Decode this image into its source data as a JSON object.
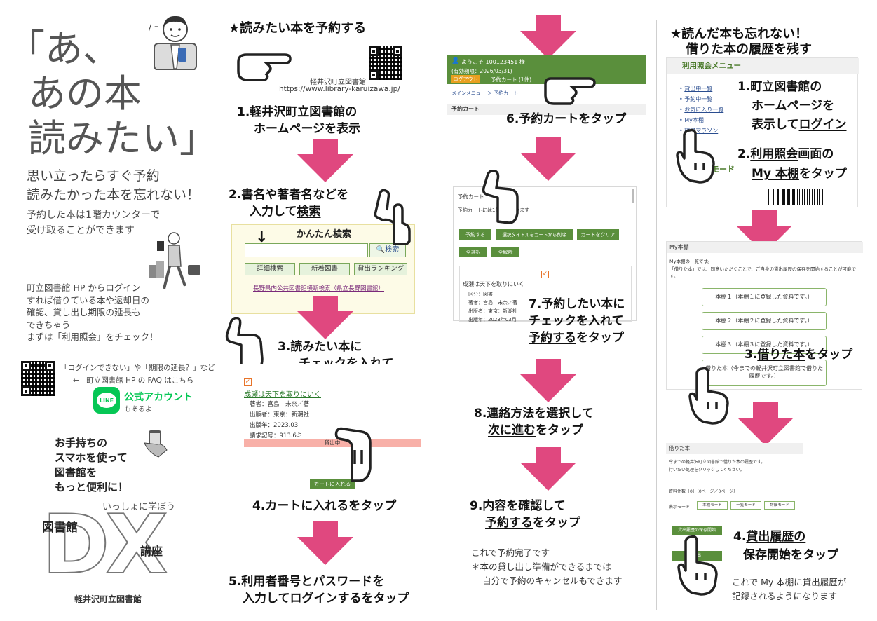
{
  "colors": {
    "arrow": "#e0487f",
    "green": "#5a8f3c",
    "line_green": "#06c755",
    "check": "#e8742a"
  },
  "left": {
    "headline": [
      "「あ、",
      "あの本",
      "読みたい」"
    ],
    "sub1": "思い立ったらすぐ予約",
    "sub2": "読みたかった本を忘れない！",
    "sub3": "予約した本は1階カウンターで",
    "sub4": "受け取ることができます",
    "para": [
      "町立図書館 HP からログイン",
      "すれば借りている本や返却日の",
      "確認、貸し出し期限の延長も",
      "できちゃう",
      "まずは「利用照会」をチェック！"
    ],
    "faq1": "「ログインできない」や「期限の延長？」など",
    "faq2": "←　町立図書館 HP の FAQ はこちら",
    "line_badge": "LINE",
    "line_text": "公式アカウント",
    "line_sub": "もあるよ",
    "phone_text": [
      "お手持ちの",
      "スマホを使って",
      "図書館を",
      "もっと便利に！"
    ],
    "dx_sub": "いっしょに学ぼう",
    "dx_lib": "図書館",
    "dx_big": "DX",
    "dx_course": "講座",
    "dx_footer": "軽井沢町立図書館"
  },
  "col2": {
    "title": "★読みたい本を予約する",
    "lib_name": "軽井沢町立図書館",
    "url": "https://www.library-karuizawa.jp/",
    "step1a": "1.軽井沢町立図書館の",
    "step1b": "ホームページを表示",
    "step2a": "2.書名や著者名などを",
    "step2b_pre": "入力して",
    "step2b_u": "検索",
    "search_title": "かんたん検索",
    "search_btn": "検索",
    "tab1": "詳細検索",
    "tab2": "新着図書",
    "tab3": "貸出ランキング",
    "search_link": "長野県内公共図書館横断検索（県立長野図書館）",
    "step3a": "3.読みたい本に",
    "step3b_u": "チェック",
    "step3b_post": "を入れて",
    "book_title": "成瀬は天下を取りにいく",
    "book_author": "著者：宮島　未奈／著",
    "book_pub": "出版者：東京：新潮社",
    "book_year": "出版年：2023.03",
    "book_call": "請求記号：913.6ミ",
    "book_status": "貸出中",
    "cart_btn": "カートに入れる",
    "step4_pre": "4.",
    "step4_u": "カートに入れる",
    "step4_post": "をタップ",
    "step5a": "5.利用者番号とパスワードを",
    "step5b": "入力してログインするをタップ"
  },
  "col3": {
    "welcome": "ようこそ 100123451 様",
    "valid": "(有効期限：2026/03/31)",
    "logout": "ログアウト",
    "cart": "予約カート (1件)",
    "breadcrumb": "メインメニュー ＞ 予約カート",
    "cart_heading": "予約カート",
    "step6_pre": "6.",
    "step6_u": "予約カート",
    "step6_post": "をタップ",
    "cart2_head": "予約カート",
    "cart2_line": "予約カートには1件入っています",
    "btn_reserve": "予約する",
    "btn_remove": "選択タイトルをカートから削除",
    "btn_clear": "カートをクリア",
    "btn_all": "全選択",
    "btn_none": "全解除",
    "book_title": "成瀬は天下を取りにいく",
    "meta1": "区分：図書",
    "meta2": "著者：宮島　未奈／著",
    "meta3": "出版者：東京：新潮社",
    "meta4": "出版年：2023年03月",
    "step7a": "7.予約したい本に",
    "step7b": "チェックを入れて",
    "step7c_u": "予約する",
    "step7c_post": "をタップ",
    "step8a": "8.連絡方法を選択して",
    "step8b_u": "次に進む",
    "step8b_post": "をタップ",
    "step9a": "9.内容を確認して",
    "step9b_u": "予約する",
    "step9b_post": "をタップ",
    "done1": "これで予約完了です",
    "done2": "＊本の貸し出し準備ができるまでは",
    "done3": "自分で予約のキャンセルもできます"
  },
  "col4": {
    "title1": "★読んだ本も忘れない！",
    "title2": "借りた本の履歴を残す",
    "menu_title": "利用照会メニュー",
    "menu_items": [
      "貸出中一覧",
      "予約中一覧",
      "お気に入り一覧",
      "My本棚",
      "読書マラソン"
    ],
    "menu_mode": "モード",
    "step1a": "1.町立図書館の",
    "step1b": "ホームページを",
    "step1c_pre": "表示して",
    "step1c_u": "ログイン",
    "step2a_pre": "2.",
    "step2a_u": "利用照会",
    "step2a_post": "画面の",
    "step2b_u": "My 本棚",
    "step2b_post": "をタップ",
    "shelf_head": "My本棚",
    "shelf_line1": "My本棚の一覧です。",
    "shelf_line2": "「借りた本」では、同意いただくことで、ご自身の貸出履歴の保存を開始することが可能です。",
    "shelf1": "本棚１（本棚１に登録した資料です。）",
    "shelf2": "本棚２（本棚２に登録した資料です。）",
    "shelf3": "本棚３（本棚３に登録した資料です。）",
    "shelf4a": "借りた本（今までの軽井沢町立図書館で借りた",
    "shelf4b": "履歴です。）",
    "step3_pre": "3.",
    "step3_u": "借りた本",
    "step3_post": "をタップ",
    "hist_head": "借りた本",
    "hist_line1": "今までの軽井沢町立図書館で借りた本の履歴です。",
    "hist_line2": "行いたい処理をクリックしてください。",
    "hist_count": "資料件数［0］（0ページ／0ページ）",
    "hist_mode": "表示モード",
    "mode1": "本棚モード",
    "mode2": "一覧モード",
    "mode3": "詳細モード",
    "hist_btn": "貸出履歴の保存開始",
    "hist_btn2": "貸出",
    "step4a_pre": "4.",
    "step4a_u": "貸出履歴の",
    "step4b_u": "保存開始",
    "step4b_post": "をタップ",
    "final1": "これで My 本棚に貸出履歴が",
    "final2": "記録されるようになります"
  }
}
